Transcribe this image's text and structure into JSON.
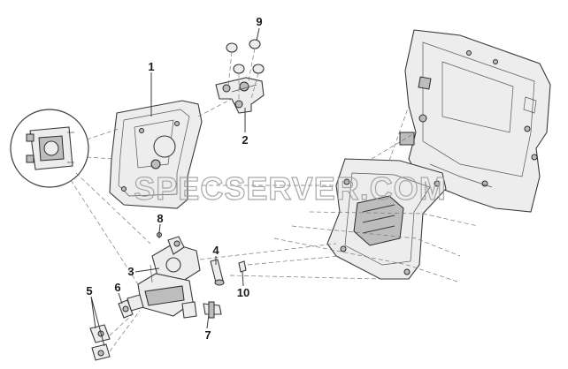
{
  "watermark": "SPECSERVER.COM",
  "callouts": {
    "c1": "1",
    "c2": "2",
    "c3": "3",
    "c4": "4",
    "c5": "5",
    "c6": "6",
    "c7": "7",
    "c8": "8",
    "c9": "9",
    "c10": "10"
  }
}
